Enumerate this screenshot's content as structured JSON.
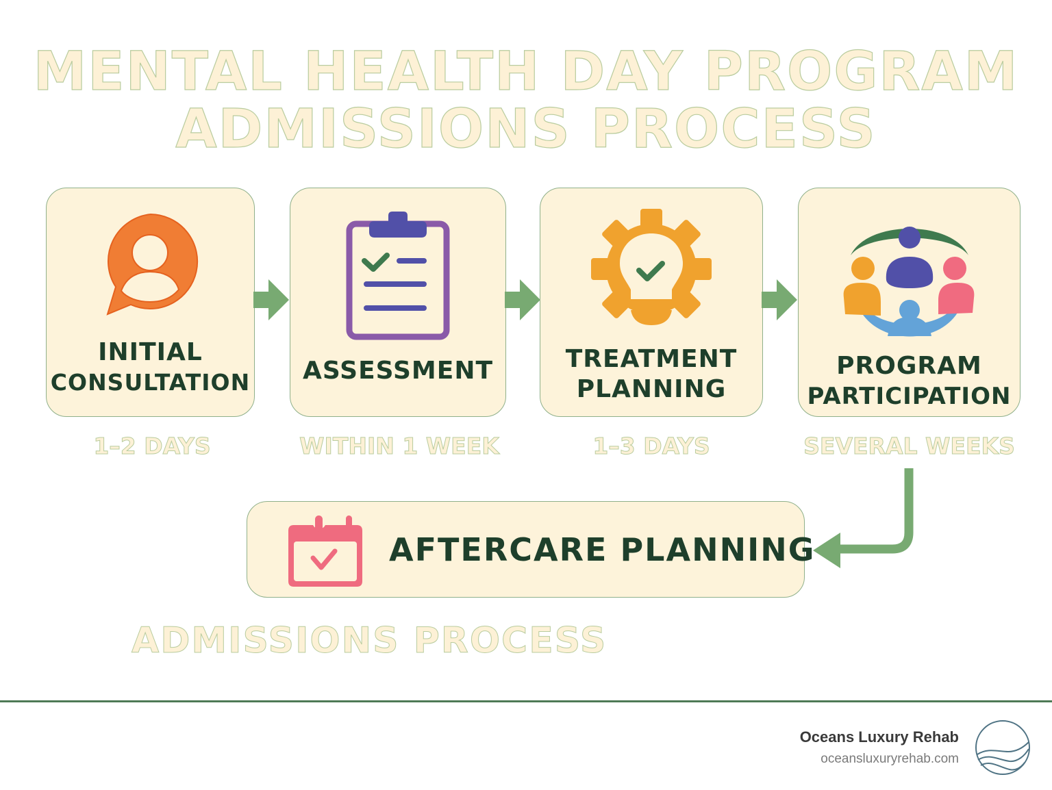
{
  "title": {
    "line1": "MENTAL HEALTH DAY PROGRAM",
    "line2": "ADMISSIONS PROCESS"
  },
  "steps": [
    {
      "label_line1": "INITIAL",
      "label_line2": "CONSULTATION",
      "duration": "1–2 DAYS",
      "icon": "person-speech-bubble-icon",
      "icon_color": "#f07d34"
    },
    {
      "label_line1": "ASSESSMENT",
      "label_line2": "",
      "duration": "WITHIN 1 WEEK",
      "icon": "clipboard-checklist-icon",
      "icon_color": "#8a5aa8"
    },
    {
      "label_line1": "TREATMENT",
      "label_line2": "PLANNING",
      "duration": "1–3 DAYS",
      "icon": "gear-lightbulb-check-icon",
      "icon_color": "#f0a22e"
    },
    {
      "label_line1": "PROGRAM",
      "label_line2": "PARTICIPATION",
      "duration": "SEVERAL WEEKS",
      "icon": "group-circle-people-icon",
      "icon_color": "#5150a8"
    }
  ],
  "aftercare": {
    "label": "AFTERCARE PLANNING",
    "icon": "calendar-check-icon",
    "icon_color": "#ef6b7f"
  },
  "subtitle": "ADMISSIONS PROCESS",
  "footer": {
    "brand_name": "Oceans Luxury Rehab",
    "brand_url": "oceansluxuryrehab.com",
    "logo": "ocean-wave-circle-icon"
  },
  "colors": {
    "box_fill": "#fdf3da",
    "box_border": "#8fb08a",
    "label_text": "#1e3f2b",
    "arrow": "#78aa72",
    "divider": "#4e7a56"
  }
}
